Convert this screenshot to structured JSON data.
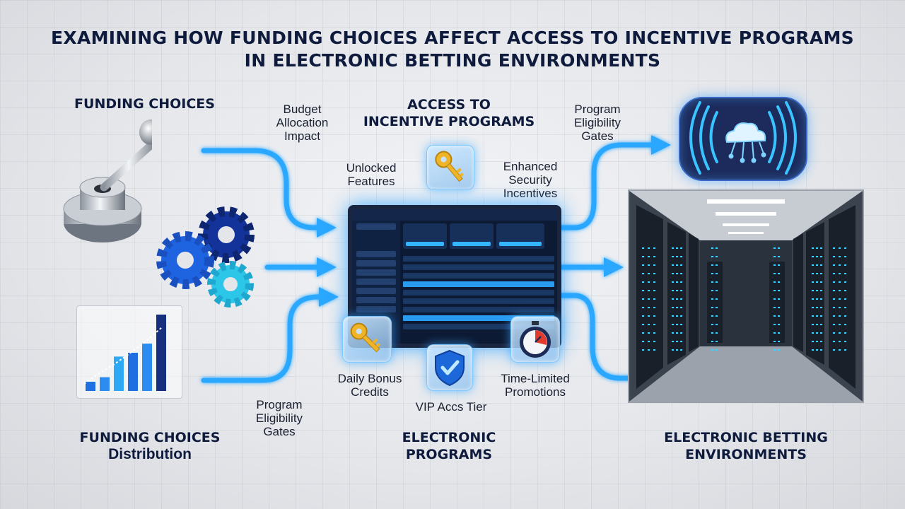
{
  "title": {
    "line1": "EXAMINING HOW FUNDING CHOICES AFFECT ACCESS TO INCENTIVE PROGRAMS",
    "line2": "IN ELECTRONIC BETTING ENVIRONMENTS"
  },
  "headings": {
    "funding_choices": "FUNDING CHOICES",
    "access_line1": "ACCESS TO",
    "access_line2": "INCENTIVE PROGRAMS",
    "funding_distribution_line1": "FUNDING CHOICES",
    "funding_distribution_line2": "Distribution",
    "electronic_programs_line1": "ELECTRONIC",
    "electronic_programs_line2": "PROGRAMS",
    "electronic_betting_line1": "ELECTRONIC BETTING",
    "electronic_betting_line2": "ENVIRONMENTS"
  },
  "labels": {
    "budget": [
      "Budget",
      "Allocation",
      "Impact"
    ],
    "program_gates_top": [
      "Program",
      "Eligibility",
      "Gates"
    ],
    "unlocked": [
      "Unlocked",
      "Features"
    ],
    "enhanced": [
      "Enhanced",
      "Security",
      "Incentives"
    ],
    "daily_bonus": [
      "Daily Bonus",
      "Credits"
    ],
    "vip": "VIP Accs Tier",
    "time_limited": [
      "Time-Limited",
      "Promotions"
    ],
    "program_gates_bottom": [
      "Program",
      "Eligibility",
      "Gates"
    ]
  },
  "bar_chart": {
    "values": [
      0.12,
      0.18,
      0.45,
      0.5,
      0.62,
      1.0
    ]
  },
  "icons": {
    "lever": "lever-icon",
    "gears": "gears-icon",
    "bar_chart": "bar-chart-icon",
    "key": "key-icon",
    "shield": "shield-check-icon",
    "stopwatch": "stopwatch-icon",
    "cloud": "cloud-network-icon",
    "dashboard": "dashboard-screen",
    "server": "server-room-image"
  },
  "colors": {
    "arrow": "#2aa7ff",
    "title": "#0f1b3d",
    "gear_dark": "#14339a",
    "gear_mid": "#1e63e0",
    "gear_light": "#2cc6e8",
    "bar_blue": "#1f6fe0"
  }
}
